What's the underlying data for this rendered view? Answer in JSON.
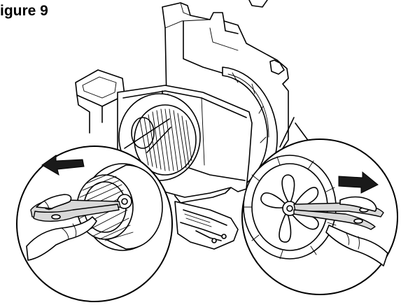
{
  "figure": {
    "title": "igure 9"
  },
  "illustration": {
    "left_detail": {
      "part": "blower-wheel",
      "arrow_direction": "left"
    },
    "right_detail": {
      "part": "fan-blade",
      "arrow_direction": "right"
    }
  },
  "colors": {
    "line": "#000000",
    "background": "#ffffff",
    "shade": "#d9d9d9"
  }
}
